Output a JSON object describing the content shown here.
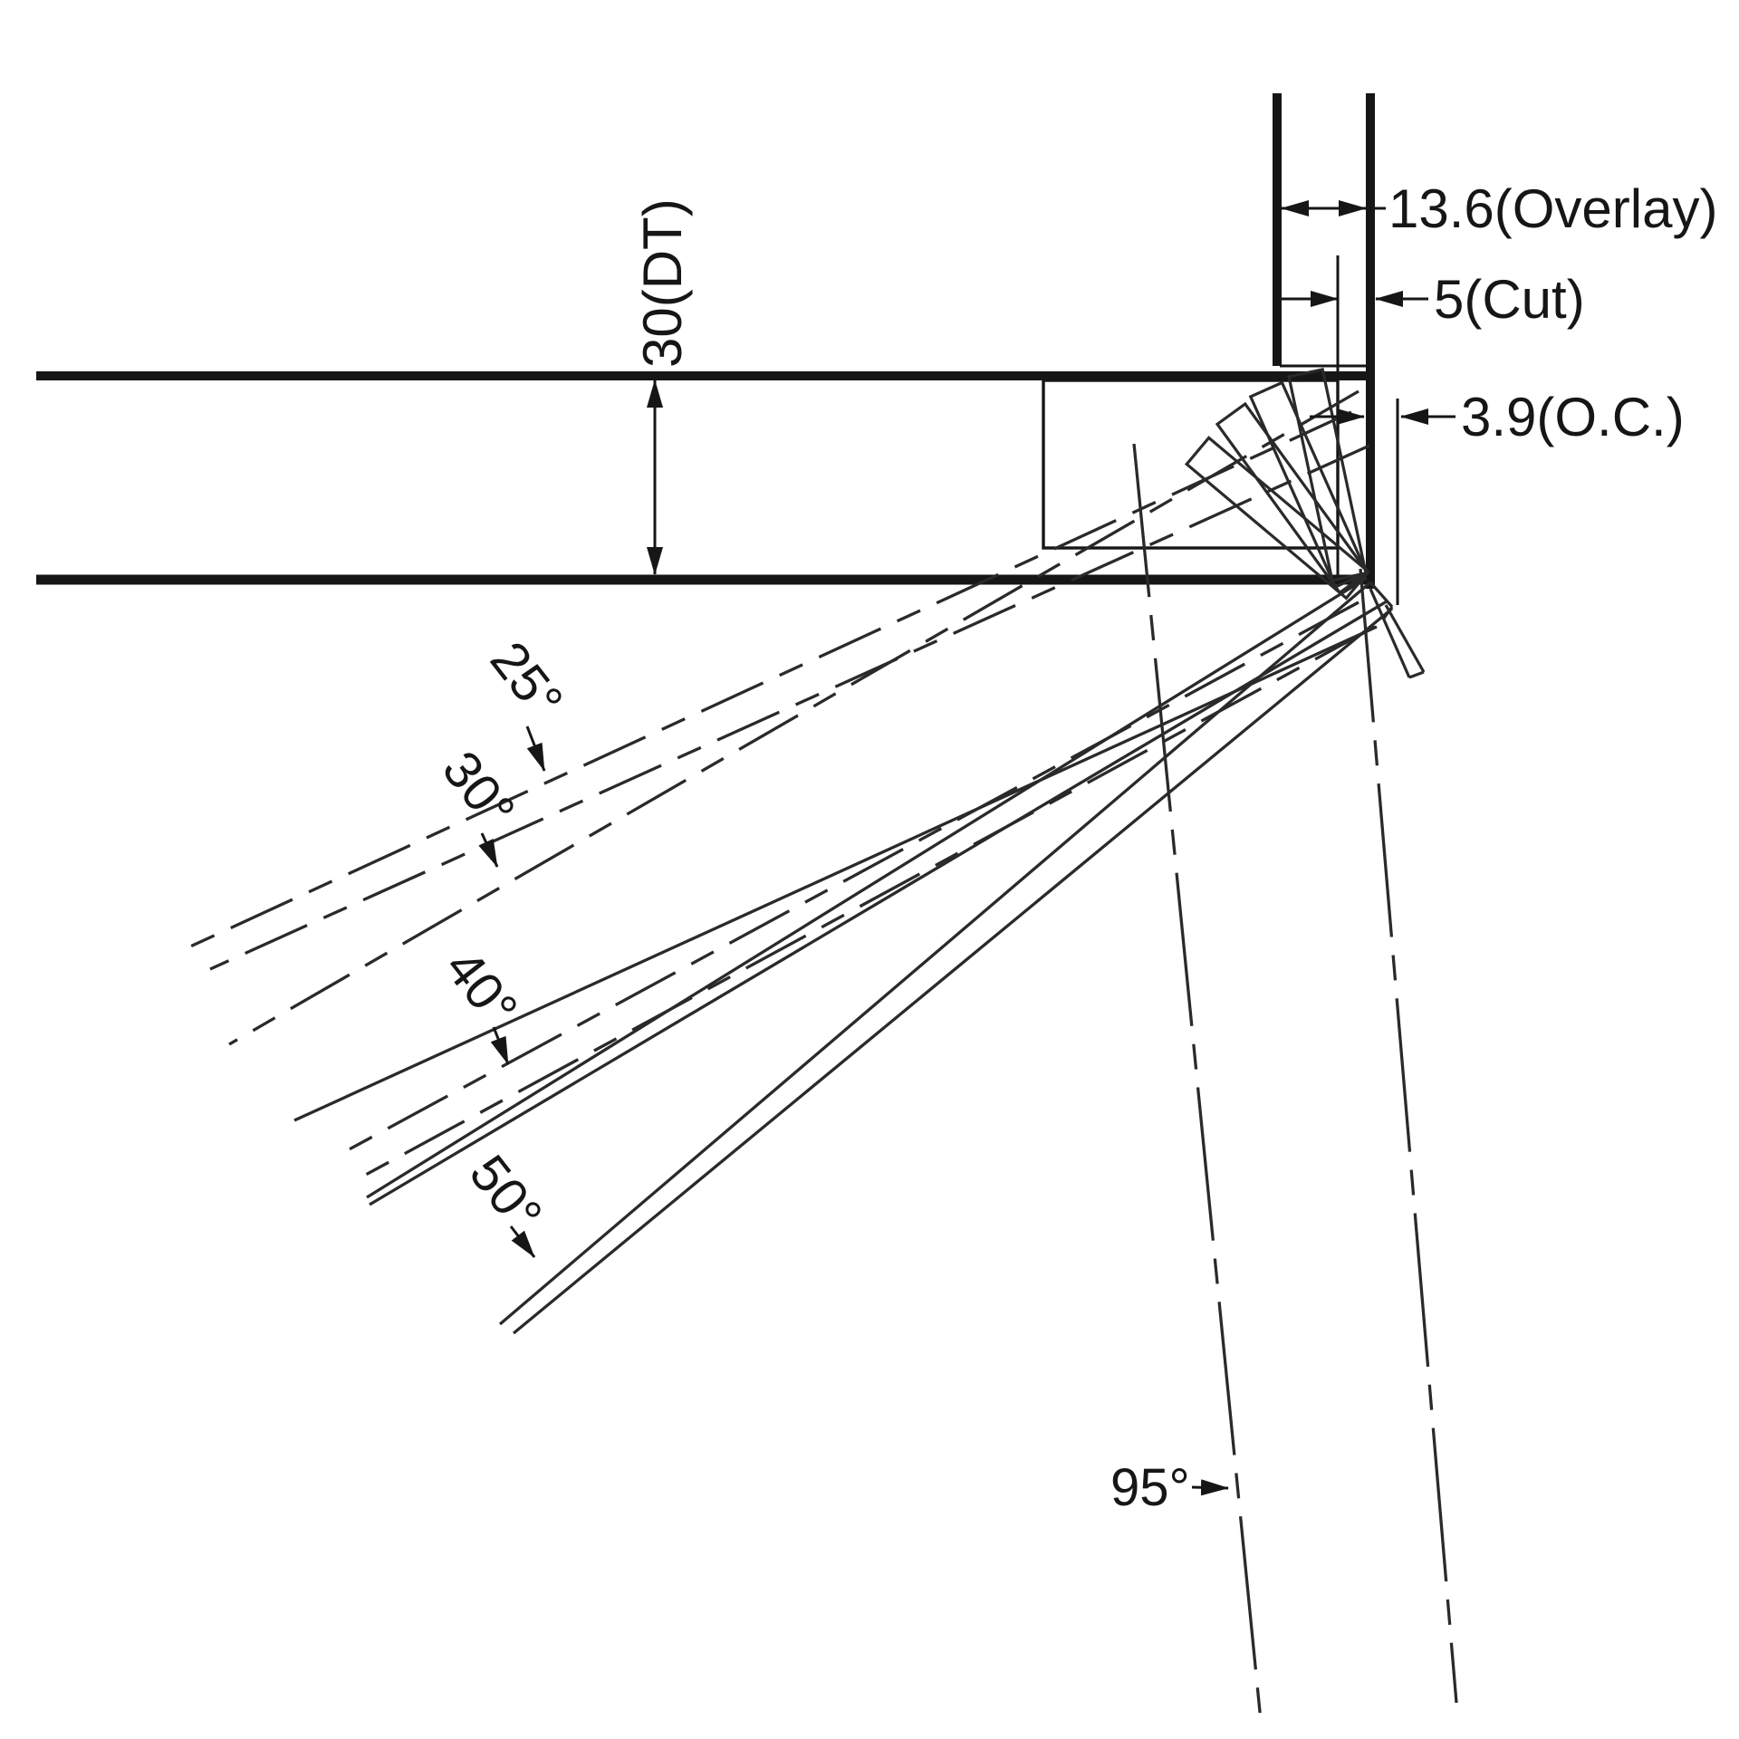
{
  "diagram": {
    "dimensions": {
      "overlay": "13.6(Overlay)",
      "cut": "5(Cut)",
      "oc": "3.9(O.C.)",
      "dt": "30(DT)"
    },
    "angle_labels": {
      "a25": "25°",
      "a30": "30°",
      "a40": "40°",
      "a50": "50°",
      "a95": "95°"
    },
    "colors": {
      "ink": "#1d1d1d",
      "background": "#ffffff"
    }
  }
}
